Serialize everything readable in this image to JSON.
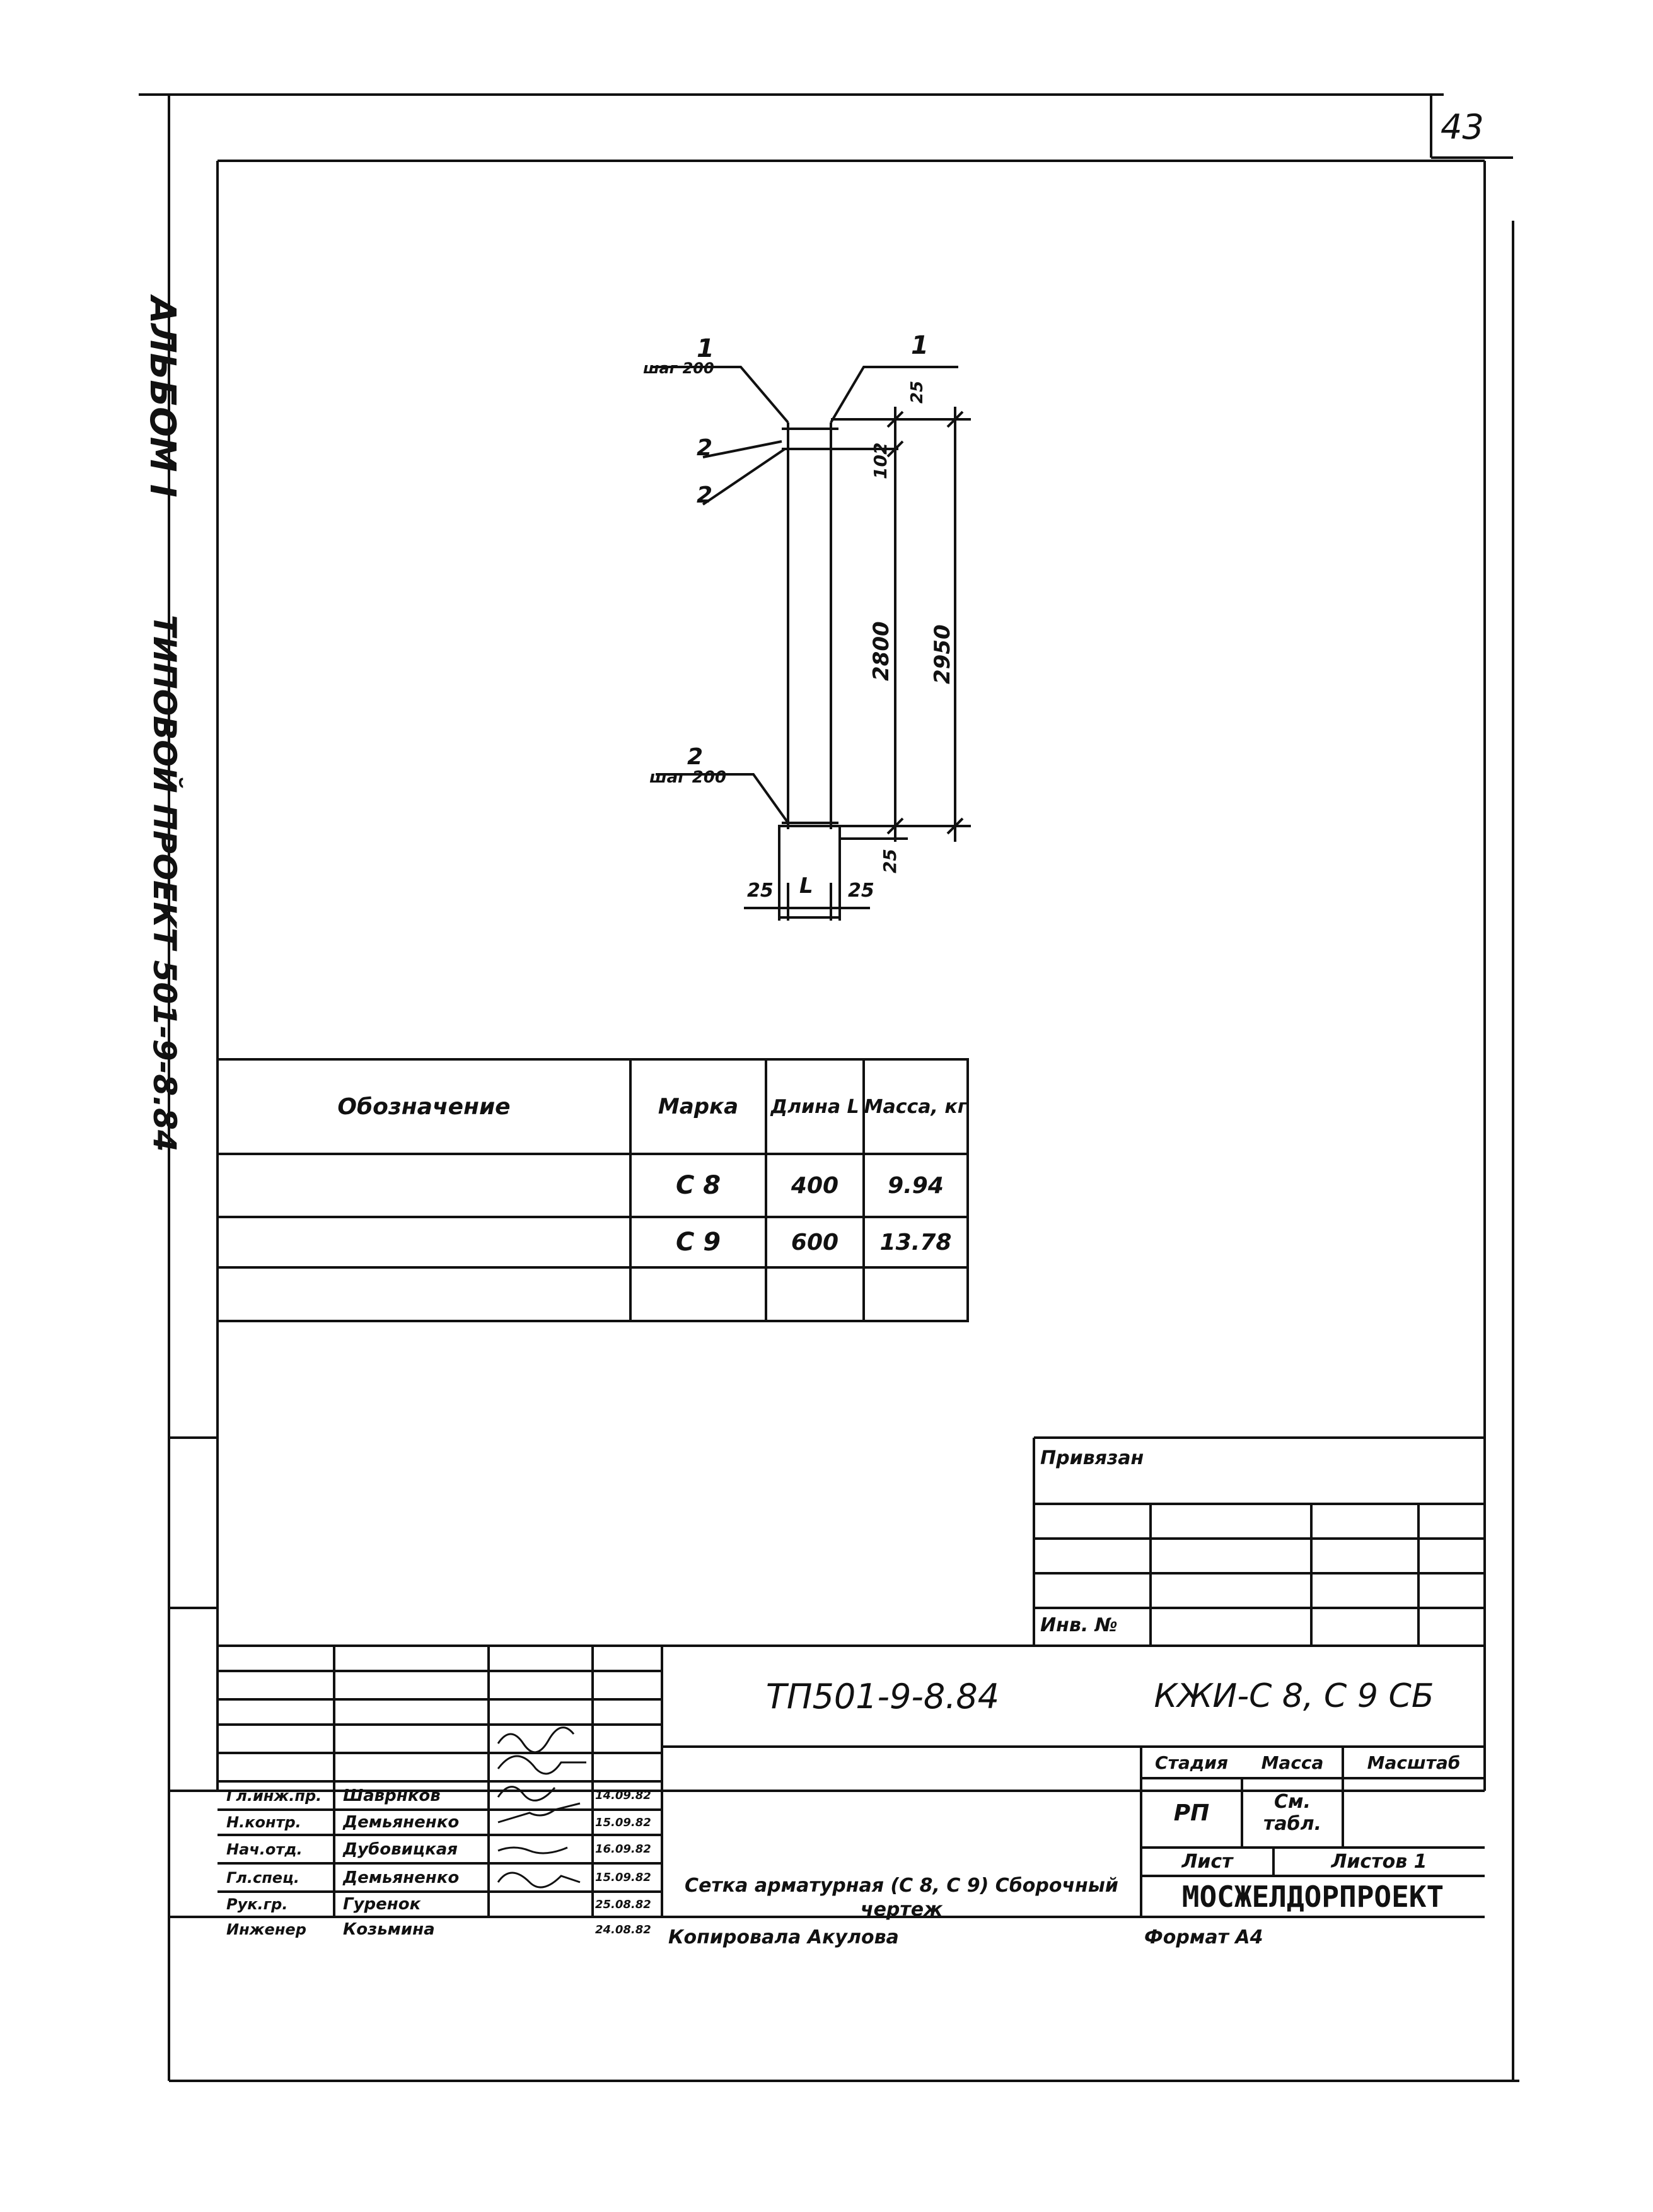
{
  "page_number": "43",
  "side_labels": {
    "album": "АЛЬБОМ I",
    "project": "ТИПОВОЙ ПРОЕКТ 501-9-8.84"
  },
  "drawing": {
    "callouts": {
      "top_left_mark": "1",
      "top_left_step": "шаг 200",
      "top_right_mark": "1",
      "mid_mark_a": "2",
      "mid_mark_b": "2",
      "bottom_mark": "2",
      "bottom_step": "шаг 200"
    },
    "dims": {
      "top_small": "25",
      "top_102": "102",
      "inner_2800": "2800",
      "outer_2950": "2950",
      "bottom_25": "25",
      "bottom_left_25": "25",
      "bottom_L": "L",
      "bottom_right_25": "25"
    }
  },
  "spec_table": {
    "headers": [
      "Обозначение",
      "Марка",
      "Длина L",
      "Масса, кг"
    ],
    "rows": [
      [
        "",
        "С 8",
        "400",
        "9.94"
      ],
      [
        "",
        "С 9",
        "600",
        "13.78"
      ],
      [
        "",
        "",
        "",
        ""
      ]
    ]
  },
  "binding_block": {
    "title": "Привязан",
    "inv_label": "Инв. №"
  },
  "title_block": {
    "doc_code": "ТП501-9-8.84",
    "sheet_code": "КЖИ-С 8, С 9 СБ",
    "stage_label": "Стадия",
    "mass_label": "Масса",
    "scale_label": "Масштаб",
    "stage_value": "РП",
    "mass_value": "См. табл.",
    "sheet_label": "Лист",
    "sheets_label": "Листов 1",
    "drawing_title": "Сетка арматурная (С 8, С 9) Сборочный чертеж",
    "organization": "МОСЖЕЛДОРПРОЕКТ",
    "copied_by": "Копировала Акулова",
    "format": "Формат А4",
    "signers": [
      {
        "role": "Гл.инж.пр.",
        "name": "Шаврнков",
        "date": "14.09.82"
      },
      {
        "role": "Н.контр.",
        "name": "Демьяненко",
        "date": "15.09.82"
      },
      {
        "role": "Нач.отд.",
        "name": "Дубовицкая",
        "date": "16.09.82"
      },
      {
        "role": "Гл.спец.",
        "name": "Демьяненко",
        "date": "15.09.82"
      },
      {
        "role": "Рук.гр.",
        "name": "Гуренок",
        "date": "25.08.82"
      },
      {
        "role": "Инженер",
        "name": "Козьмина",
        "date": "24.08.82"
      }
    ]
  }
}
